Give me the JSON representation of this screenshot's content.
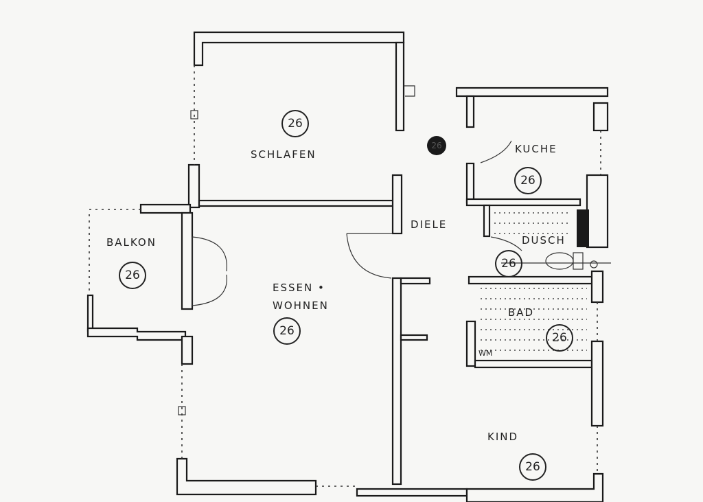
{
  "rooms": {
    "schlafen": {
      "label": "SCHLAFEN",
      "number": "26"
    },
    "kuche": {
      "label": "KUCHE",
      "number": "26"
    },
    "diele": {
      "label": "DIELE",
      "number": "26"
    },
    "dusch": {
      "label": "DUSCH",
      "number": "26"
    },
    "balkon": {
      "label": "BALKON",
      "number": "26"
    },
    "essen_wohnen": {
      "label_line1": "ESSEN •",
      "label_line2": "WOHNEN",
      "number": "26"
    },
    "bad": {
      "label": "BAD",
      "number": "26",
      "appliance": "WM"
    },
    "kind": {
      "label": "KIND",
      "number": "26"
    }
  },
  "colors": {
    "ink": "#1a1a1a",
    "paper": "#f7f7f5"
  }
}
